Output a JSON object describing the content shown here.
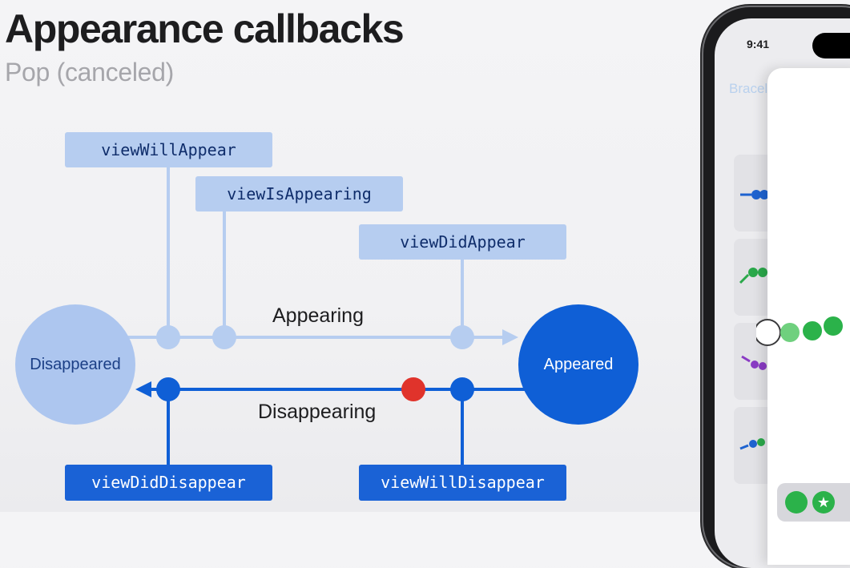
{
  "slide": {
    "title": "Appearance callbacks",
    "subtitle": "Pop (canceled)"
  },
  "diagram": {
    "states": {
      "left": "Disappeared",
      "right": "Appeared"
    },
    "flows": {
      "appearing": "Appearing",
      "disappearing": "Disappearing"
    },
    "callbacks": {
      "view_will_appear": "viewWillAppear",
      "view_is_appearing": "viewIsAppearing",
      "view_did_appear": "viewDidAppear",
      "view_did_disappear": "viewDidDisappear",
      "view_will_disappear": "viewWillDisappear"
    },
    "colors": {
      "light_blue": "#b6cdf0",
      "dark_blue": "#0f5fd6",
      "cancel_red": "#e0332b"
    }
  },
  "phone": {
    "status_time": "9:41",
    "back_button": "Bracelets",
    "list_icons": [
      "bracelet-icon",
      "bracelet-icon",
      "bracelet-icon",
      "bracelet-icon"
    ],
    "bottom_bar_icons": [
      "circle-icon",
      "star-icon"
    ]
  }
}
